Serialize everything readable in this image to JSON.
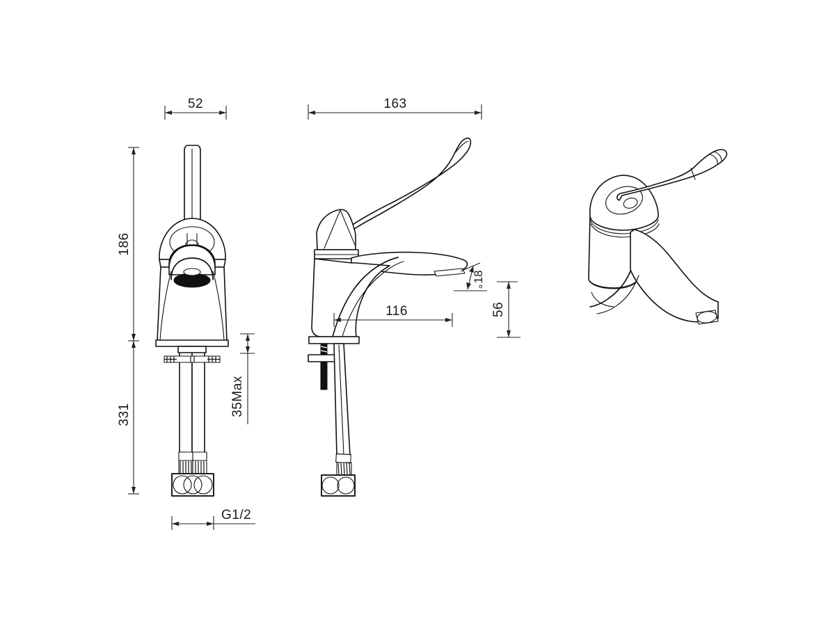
{
  "drawing": {
    "title": "Basin mixer tap technical drawing",
    "background_color": "#ffffff",
    "line_color": "#111111",
    "text_color": "#1a1a1a",
    "units": "mm"
  },
  "views": {
    "front": {
      "name": "front-elevation-view"
    },
    "side": {
      "name": "side-elevation-view"
    },
    "iso": {
      "name": "isometric-view"
    }
  },
  "dimensions": {
    "width_52": "52",
    "height_186": "186",
    "height_331": "331",
    "insert_35max": "35Max",
    "thread_g12": "G1/2",
    "reach_163": "163",
    "reach_116": "116",
    "height_56": "56",
    "angle_18": "18",
    "angle_unit": "°"
  }
}
